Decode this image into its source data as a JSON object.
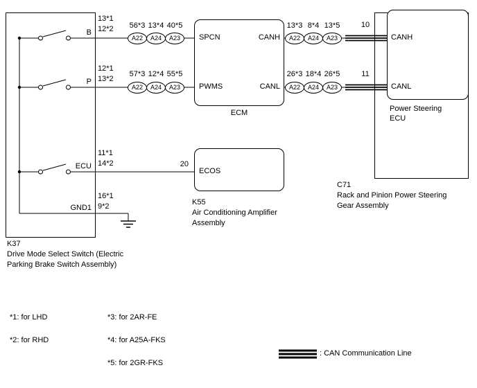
{
  "k37": {
    "id": "K37",
    "name_lines": [
      "Drive Mode Select Switch (Electric",
      "Parking Brake Switch Assembly)"
    ],
    "terminals": {
      "b": {
        "label": "B",
        "pin_top": "13*1",
        "pin_bottom": "12*2"
      },
      "p": {
        "label": "P",
        "pin_top": "12*1",
        "pin_bottom": "13*2"
      },
      "ecu": {
        "label": "ECU",
        "pin_top": "11*1",
        "pin_bottom": "14*2"
      },
      "gnd": {
        "label": "GND1",
        "pin_top": "16*1",
        "pin_bottom": "9*2"
      }
    }
  },
  "ecm": {
    "name": "ECM",
    "spcn": "SPCN",
    "canh": "CANH",
    "pwms": "PWMS",
    "canl": "CANL"
  },
  "k55": {
    "id": "K55",
    "name_lines": [
      "Air Conditioning Amplifier",
      "Assembly"
    ],
    "terminal": "ECOS",
    "pin": "20"
  },
  "c71": {
    "id": "C71",
    "name_lines": [
      "Rack and Pinion Power Steering",
      "Gear Assembly"
    ],
    "ecu_name_lines": [
      "Power Steering",
      "ECU"
    ],
    "canh": "CANH",
    "canl": "CANL",
    "pin_canh": "10",
    "pin_canl": "11"
  },
  "connector_rows": {
    "spcn": {
      "pins": [
        "56*3",
        "13*4",
        "40*5"
      ],
      "labels": [
        "A22",
        "A24",
        "A23"
      ]
    },
    "pwms": {
      "pins": [
        "57*3",
        "12*4",
        "55*5"
      ],
      "labels": [
        "A22",
        "A24",
        "A23"
      ]
    },
    "canh": {
      "pins": [
        "13*3",
        "8*4",
        "13*5"
      ],
      "labels": [
        "A22",
        "A24",
        "A23"
      ]
    },
    "canl": {
      "pins": [
        "26*3",
        "18*4",
        "26*5"
      ],
      "labels": [
        "A22",
        "A24",
        "A23"
      ]
    }
  },
  "legend": {
    "notes": [
      "*1: for LHD",
      "*2: for RHD",
      "*3: for 2AR-FE",
      "*4: for A25A-FKS",
      "*5: for 2GR-FKS"
    ],
    "can_line": ": CAN Communication Line"
  },
  "colors": {
    "line": "#000000",
    "background": "#ffffff"
  }
}
